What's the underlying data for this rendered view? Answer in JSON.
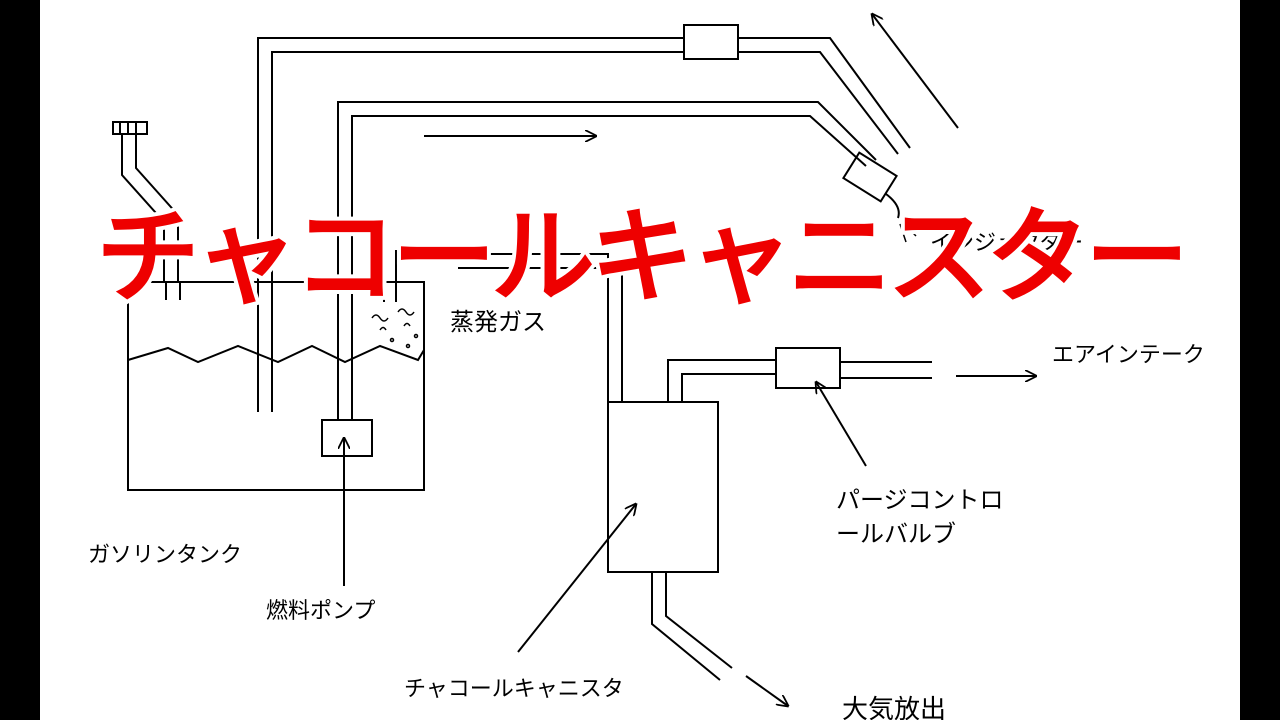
{
  "title_overlay": "チャコールキャニスター",
  "labels": {
    "gas_tank": "ガソリンタンク",
    "fuel_pump": "燃料ポンプ",
    "evaporative_gas": "蒸発ガス",
    "injector": "インジェクター",
    "air_intake": "エアインテーク",
    "purge_valve_line1": "パージコントロ",
    "purge_valve_line2": "ールバルブ",
    "canister": "チャコールキャニスタ",
    "atmosphere_release": "大気放出"
  },
  "colors": {
    "title": "#ee0000",
    "title_outline": "#ffffff",
    "line": "#000000",
    "background": "#ffffff",
    "frame": "#000000"
  }
}
